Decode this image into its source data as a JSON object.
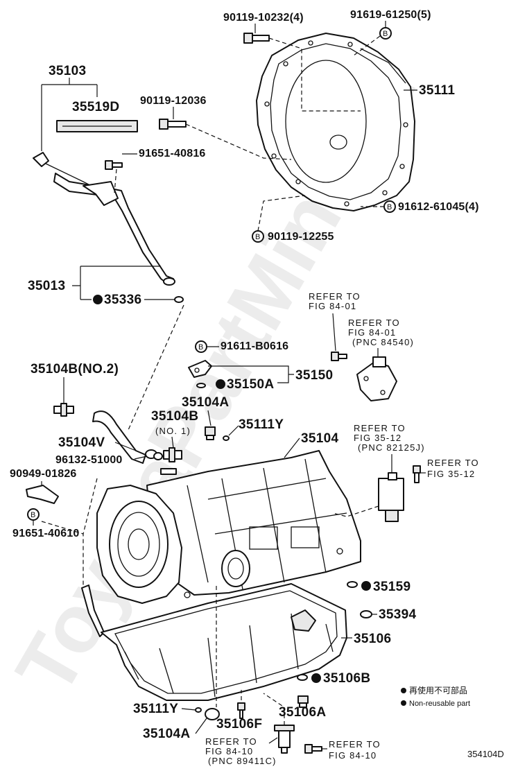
{
  "watermark": "ToyotaPartMine.ru",
  "figure_id": "354104D",
  "legend": {
    "zh": "再使用不可部品",
    "en": "Non-reusable part"
  },
  "labels": {
    "p90119_10232": "90119-10232(4)",
    "p91619_61250": "91619-61250(5)",
    "p35103": "35103",
    "p35519d": "35519D",
    "p90119_12036": "90119-12036",
    "p35111": "35111",
    "p91651_40816": "91651-40816",
    "p91612_61045": "91612-61045(4)",
    "p90119_12255": "90119-12255",
    "p35013": "35013",
    "p35336": "35336",
    "p91611_b0616": "91611-B0616",
    "p35104b_no2": "35104B(NO.2)",
    "p35150": "35150",
    "p35150a": "35150A",
    "p35104a_top": "35104A",
    "p35104b": "35104B",
    "p35104b_no1": "(NO. 1)",
    "p35111y_top": "35111Y",
    "p35104v": "35104V",
    "p35104": "35104",
    "p96132_51000": "96132-51000",
    "p90949_01826": "90949-01826",
    "p91651_40610": "91651-40610",
    "p35159": "35159",
    "p35394": "35394",
    "p35106": "35106",
    "p35106b": "35106B",
    "p35111y_bot": "35111Y",
    "p35106f": "35106F",
    "p35106a": "35106A",
    "p35104a_bot": "35104A"
  },
  "circle_b": "B",
  "refers": {
    "r1": {
      "line1": "REFER TO",
      "line2": "FIG 84-01"
    },
    "r2": {
      "line1": "REFER TO",
      "line2": "FIG 84-01",
      "line3": "(PNC 84540)"
    },
    "r3": {
      "line1": "REFER TO",
      "line2": "FIG 35-12",
      "line3": "(PNC 82125J)"
    },
    "r4": {
      "line1": "REFER TO",
      "line2": "FIG 35-12"
    },
    "r5": {
      "line1": "REFER TO",
      "line2": "FIG 84-10",
      "line3": "(PNC 89411C)"
    },
    "r6": {
      "line1": "REFER TO",
      "line2": "FIG 84-10"
    }
  }
}
